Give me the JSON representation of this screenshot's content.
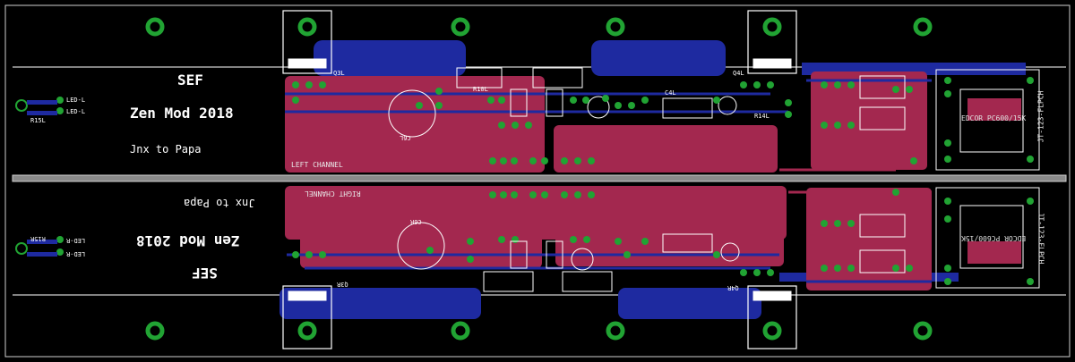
{
  "board": {
    "colors": {
      "background": "#000000",
      "top_copper": "#a3284f",
      "bottom_copper": "#1e2aa0",
      "pad": "#21a333",
      "silkscreen": "#ffffff",
      "outline": "#cfcfcf"
    }
  },
  "left": {
    "title": "SEF",
    "subtitle": "Zen Mod 2018",
    "credit": "Jnx to Papa",
    "channel": "LEFT CHANNEL",
    "transformer": "EDCOR PC600/15K",
    "connector": "JT-123-FLPCH",
    "parts": {
      "q3": "Q3L",
      "q4": "Q4L",
      "r10": "R10L",
      "r14": "R14L",
      "c4": "C4L",
      "c6": "C6L",
      "r15": "R15L",
      "led1": "LED-L",
      "led2": "LED-L"
    }
  },
  "right": {
    "title": "SEF",
    "subtitle": "Zen Mod 2018",
    "credit": "Jnx to Papa",
    "channel": "RIGHT CHANNEL",
    "transformer": "EDCOR PC600/15K",
    "connector": "JT-123-FLPCH",
    "parts": {
      "q3": "Q3R",
      "q4": "Q4R",
      "c6": "C6R",
      "r15": "R15R",
      "led1": "LED-R",
      "led2": "LED-R"
    }
  }
}
